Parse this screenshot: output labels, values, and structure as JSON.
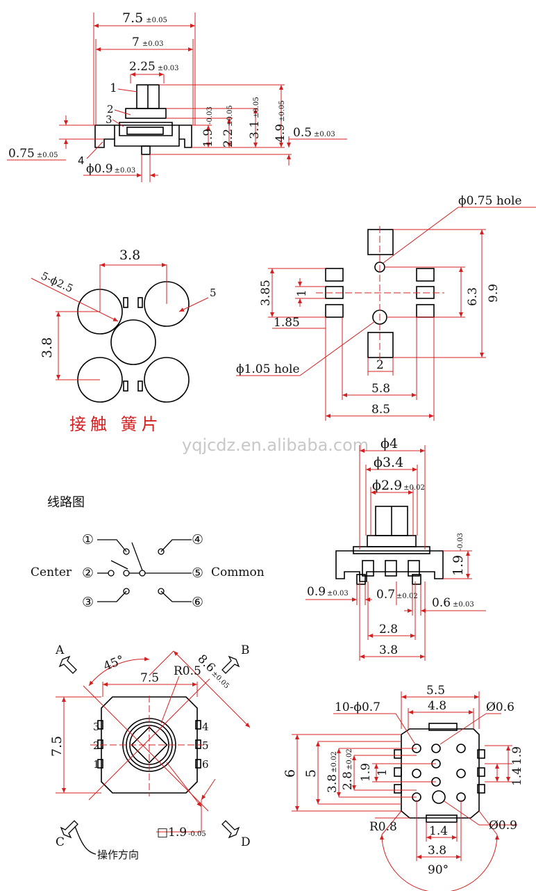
{
  "side_view_top": {
    "dims": {
      "w75": "7.5",
      "w75_tol": "±0.05",
      "w7": "7",
      "w7_tol": "±0.03",
      "w225": "2.25",
      "w225_tol": "±0.03",
      "h19": "1.9",
      "h19_tol": "-0.03",
      "h22": "2.2",
      "h22_tol": "±0.05",
      "h31": "3.1",
      "h31_tol": "±0.05",
      "h49": "4.9",
      "h49_tol": "±0.05",
      "t05": "0.5",
      "t05_tol": "±0.03",
      "t075": "0.75",
      "t075_tol": "±0.05",
      "d09": "ϕ0.9",
      "d09_tol": "±0.03"
    },
    "callouts": [
      "1",
      "2",
      "3",
      "4"
    ]
  },
  "contact_spring": {
    "pitch_x": "3.8",
    "pitch_y": "3.8",
    "holes": "5-ϕ2.5",
    "callout": "5",
    "title": "接触 簧片"
  },
  "pcb_layout": {
    "hole_small": "ϕ0.75 hole",
    "hole_large": "ϕ1.05 hole",
    "d385": "3.85",
    "d1": "1",
    "d185": "1.85",
    "d63": "6.3",
    "d99": "9.9",
    "d2": "2",
    "d58": "5.8",
    "d85": "8.5"
  },
  "watermark": "yqjcdz.en.alibaba.com",
  "circuit": {
    "title": "线路图",
    "left_label": "Center",
    "right_label": "Common",
    "pins": [
      "①",
      "②",
      "③",
      "④",
      "⑤",
      "⑥"
    ]
  },
  "side_view_2": {
    "d4": "ϕ4",
    "d34": "ϕ3.4",
    "d29": "ϕ2.9",
    "d29_tol": "±0.02",
    "h19": "1.9",
    "h19_tol": "-0.03",
    "d09": "0.9",
    "d09_tol": "±0.03",
    "d07": "0.7",
    "d07_tol": "±0.02",
    "d06": "0.6",
    "d06_tol": "±0.03",
    "w28": "2.8",
    "w38": "3.8"
  },
  "top_view": {
    "dirs": [
      "A",
      "B",
      "C",
      "D"
    ],
    "angle": "45°",
    "w75": "7.5",
    "r05": "R0.5",
    "diag": "8.6",
    "diag_tol": "±0.05",
    "h75": "7.5",
    "pins_left": [
      "3",
      "2",
      "1"
    ],
    "pins_right": [
      "4",
      "5",
      "6"
    ],
    "sq": "□1.9",
    "sq_tol": "-0.05",
    "op_dir": "操作方向"
  },
  "bottom_view": {
    "w55": "5.5",
    "w48": "4.8",
    "holes": "10-ϕ0.7",
    "d06": "Ø0.6",
    "h6": "6",
    "h5": "5",
    "d38": "3.8",
    "d38_tol": "±0.02",
    "d28": "2.8",
    "d28_tol": "±0.02",
    "d19a": "1.9",
    "d1": "1",
    "d19b": "1.9",
    "d14a": "1.4",
    "r08": "R0.8",
    "d14": "1.4",
    "d09": "Ø0.9",
    "w38": "3.8",
    "angle": "90°"
  }
}
